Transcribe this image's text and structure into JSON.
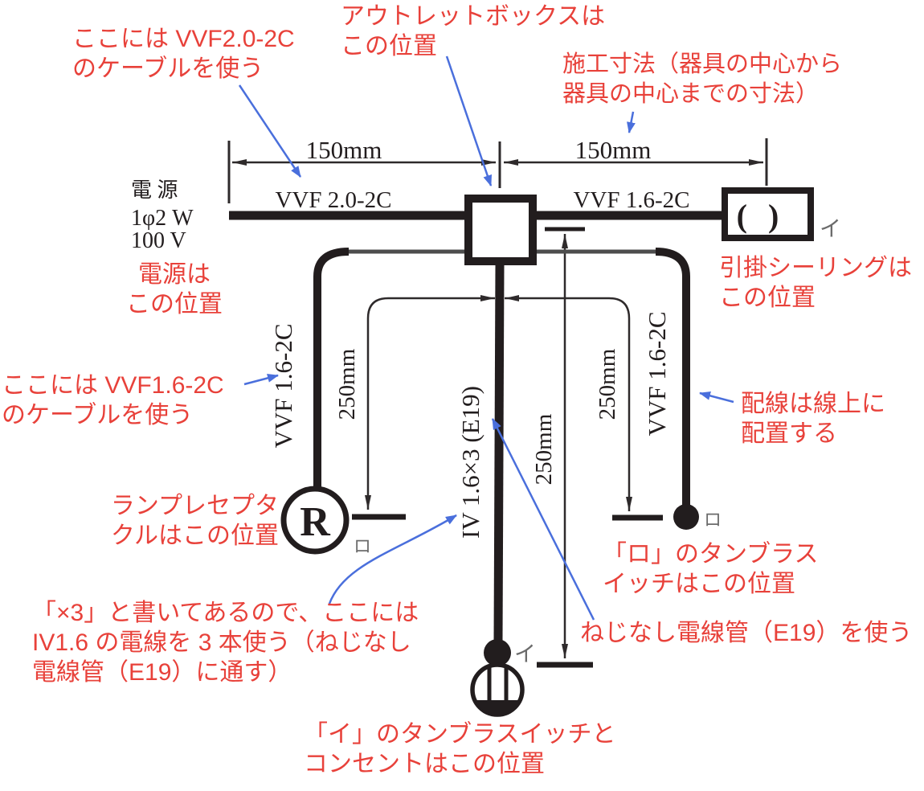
{
  "annotations": {
    "vvf20": {
      "lines": [
        "ここには VVF2.0-2C",
        "のケーブルを使う"
      ]
    },
    "outlet_box": {
      "lines": [
        "アウトレットボックスは",
        "この位置"
      ]
    },
    "construction_dim": {
      "lines": [
        "施工寸法（器具の中心から",
        "器具の中心までの寸法）"
      ]
    },
    "power_position": {
      "lines": [
        "電源は",
        "この位置"
      ]
    },
    "vvf16": {
      "lines": [
        "ここには VVF1.6-2C",
        "のケーブルを使う"
      ]
    },
    "lamp_receptacle": {
      "lines": [
        "ランプレセプタ",
        "クルはこの位置"
      ]
    },
    "iv_wire": {
      "lines": [
        "「×3」と書いてあるので、ここには",
        "IV1.6 の電線を 3 本使う（ねじなし",
        "電線管（E19）に通す）"
      ]
    },
    "ceiling_rose": {
      "lines": [
        "引掛シーリングは",
        "この位置"
      ]
    },
    "wiring_on_line": {
      "lines": [
        "配線は線上に",
        "配置する"
      ]
    },
    "switch_ro": {
      "lines": [
        "「ロ」のタンブラス",
        "イッチはこの位置"
      ]
    },
    "conduit": {
      "lines": [
        "ねじなし電線管（E19）を使う"
      ]
    },
    "switch_i": {
      "lines": [
        "「イ」のタンブラスイッチと",
        "コンセントはこの位置"
      ]
    }
  },
  "diagram": {
    "power_source": {
      "lines": [
        "電 源",
        "1φ2 W",
        "100 V"
      ]
    },
    "labels": {
      "vvf20_cable": "VVF 2.0-2C",
      "vvf16_cable_top": "VVF 1.6-2C",
      "vvf16_cable_left": "VVF 1.6-2C",
      "vvf16_cable_right": "VVF 1.6-2C",
      "iv_conduit": "IV 1.6×3 (E19)"
    },
    "dimensions": {
      "top_left": "150mm",
      "top_right": "150mm",
      "left_drop": "250mm",
      "center_drop": "250mm",
      "right_drop": "250mm"
    },
    "devices": {
      "lamp": "R",
      "ceiling_rose_symbol": "( )",
      "ceiling_rose_circuit": "イ",
      "lamp_circuit": "ロ",
      "switch_ro_circuit": "ロ",
      "switch_i_circuit": "イ"
    }
  },
  "colors": {
    "annotation_red": "#e8413a",
    "arrow_blue": "#4a6fdc",
    "diagram_black": "#221d1e",
    "label_gray": "#6b6b6b"
  }
}
